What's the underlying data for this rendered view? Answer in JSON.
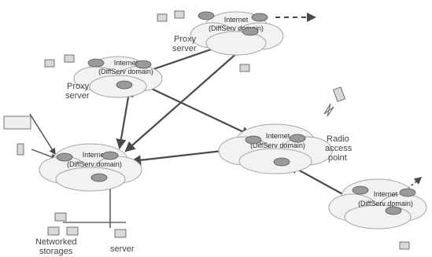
{
  "nodes": [
    {
      "id": "top",
      "line1": "Internet",
      "line2": "(DiffServ domain)"
    },
    {
      "id": "left",
      "line1": "Internet",
      "line2": "(DiffServ domain)"
    },
    {
      "id": "mid",
      "line1": "Internet",
      "line2": "(DiffServ domain)"
    },
    {
      "id": "right",
      "line1": "Internet",
      "line2": "(DiffServ domain)"
    },
    {
      "id": "lower",
      "line1": "Internet",
      "line2": "(DiffServ domain)"
    }
  ],
  "labels": {
    "proxy_top": [
      "Proxy",
      "server"
    ],
    "proxy_left": [
      "Proxy",
      "server"
    ],
    "radio": [
      "Radio",
      "access",
      "point"
    ],
    "storages": [
      "Networked",
      "storages"
    ],
    "server": "server"
  },
  "colors": {
    "cloud": "#f2f2f2",
    "cloud_edge": "#a5a5a5",
    "link": "#4a4a4a",
    "router": "#9a9a9a"
  }
}
